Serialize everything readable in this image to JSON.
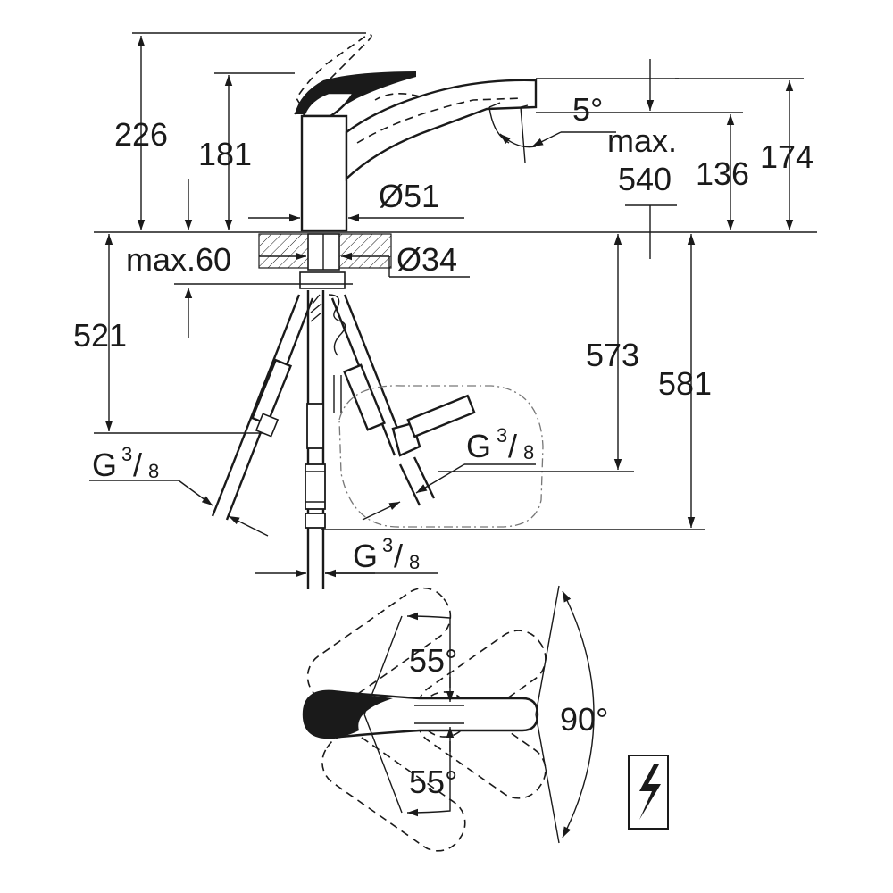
{
  "dimensions": {
    "lever_raised_height": "226",
    "lever_height": "181",
    "body_diameter": "Ø51",
    "spout_tilt": "5°",
    "spout_reach": {
      "line1": "max.",
      "line2": "540"
    },
    "spout_outlet_height": "136",
    "total_height": "174",
    "deck_thickness": "max.60",
    "hole_diameter": "Ø34",
    "below_deck_length": "521",
    "pullout_hose_length": "573",
    "total_hose_length": "581",
    "rotation_left": "55°",
    "rotation_right": "55°",
    "rotation_total": "90°"
  },
  "connections": {
    "left": {
      "prefix": "G",
      "num": "3",
      "den": "8"
    },
    "right": {
      "prefix": "G",
      "num": "3",
      "den": "8"
    },
    "bottom": {
      "prefix": "G",
      "num": "3",
      "den": "8"
    }
  },
  "colors": {
    "line": "#1a1a1a",
    "background": "#ffffff"
  },
  "icons": [
    "electrical-symbol-icon"
  ]
}
